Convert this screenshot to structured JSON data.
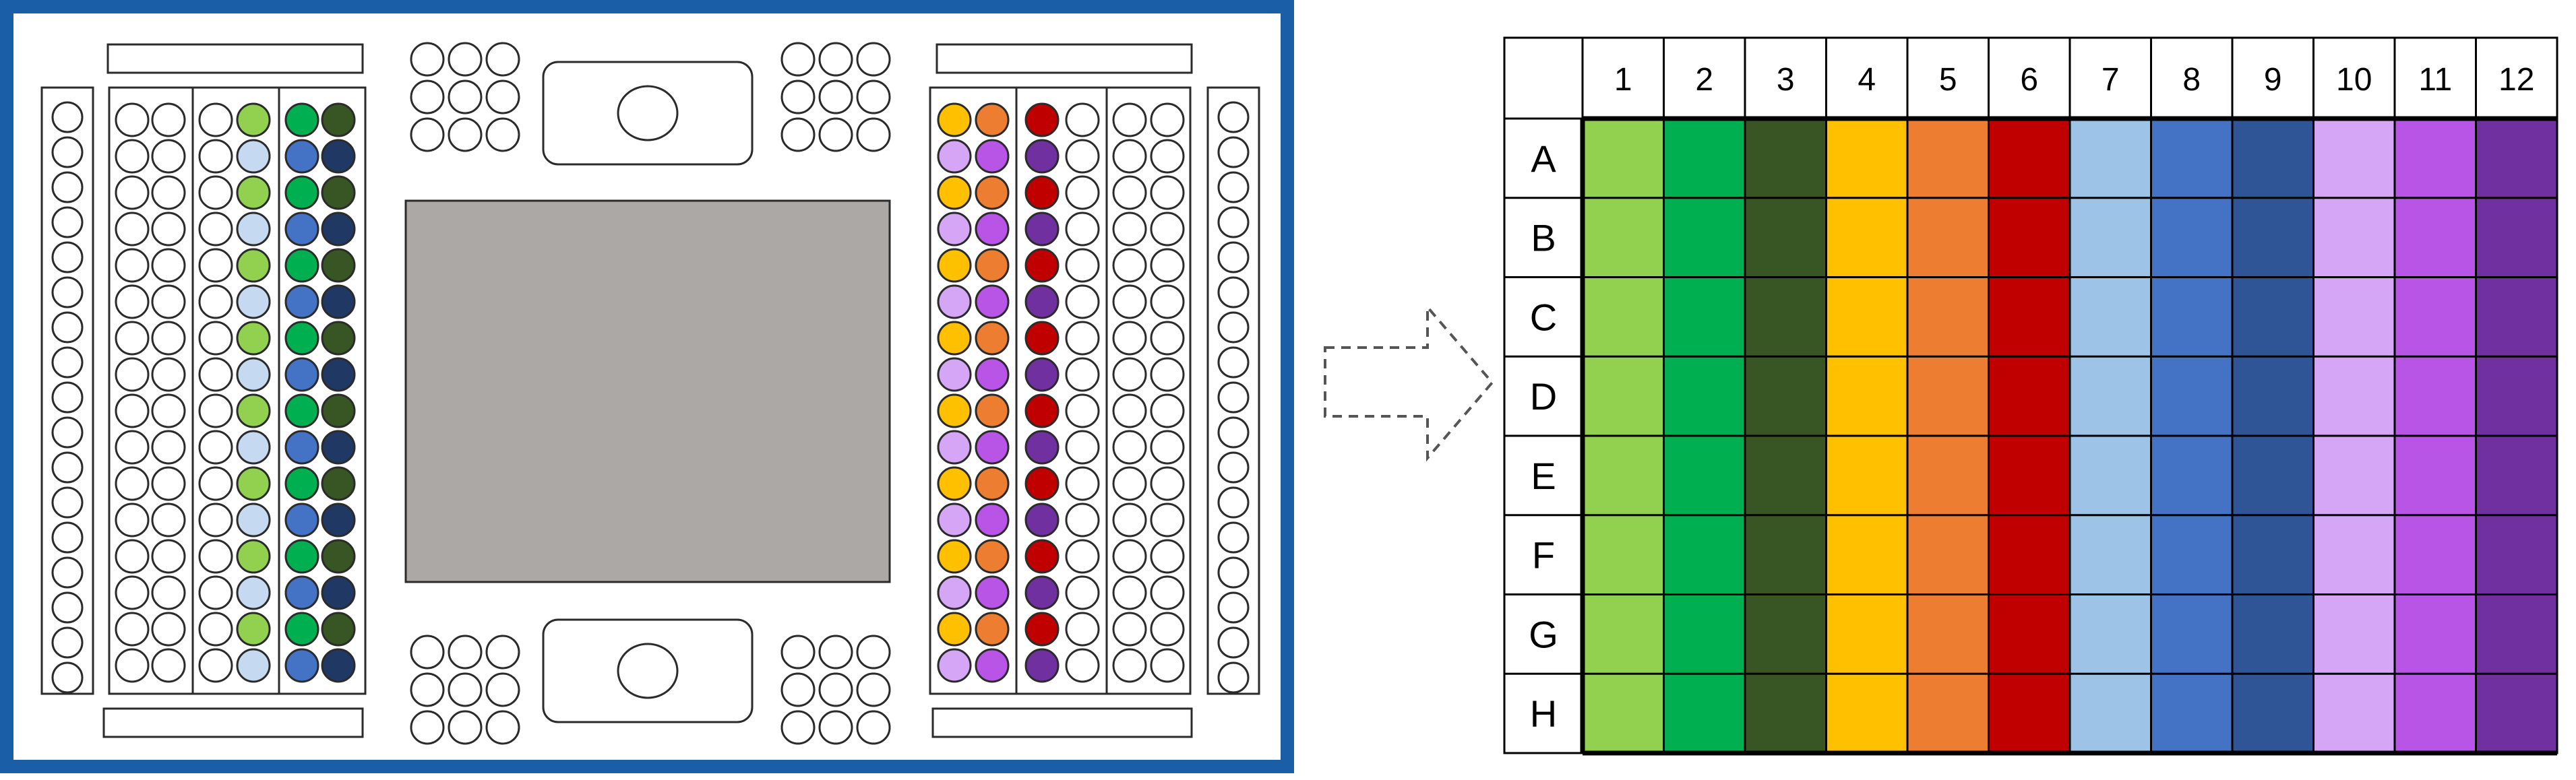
{
  "colors": {
    "outer_border": "#1a5ea8",
    "deck_bg": "#ffffff",
    "stroke": "#2b2b2b",
    "center_plate": "#aca8a6",
    "empty_well": "#ffffff",
    "arrow": "#555555"
  },
  "plate": {
    "column_headers": [
      "1",
      "2",
      "3",
      "4",
      "5",
      "6",
      "7",
      "8",
      "9",
      "10",
      "11",
      "12"
    ],
    "row_headers": [
      "A",
      "B",
      "C",
      "D",
      "E",
      "F",
      "G",
      "H"
    ],
    "column_colors": [
      "#92d050",
      "#00b050",
      "#375623",
      "#ffc000",
      "#ed7d31",
      "#c00000",
      "#9dc3e6",
      "#4472c4",
      "#2f5597",
      "#d5a6f5",
      "#b955e6",
      "#7030a0"
    ]
  },
  "deck": {
    "left_rack": {
      "rows": 16,
      "col1_pattern": [
        "#ffffff",
        "#ffffff"
      ],
      "col2_pattern": [
        "#92d050",
        "#c5d9f1"
      ],
      "col3_pattern": [
        "#00b050",
        "#4472c4"
      ],
      "col4_pattern": [
        "#375623",
        "#1f3864"
      ]
    },
    "right_rack": {
      "rows": 16,
      "col1_pattern": [
        "#ffc000",
        "#d5a6f5"
      ],
      "col2_pattern": [
        "#ed7d31",
        "#b955e6"
      ],
      "col3_pattern": [
        "#c00000",
        "#7030a0"
      ],
      "col4_pattern": [
        "#ffffff",
        "#ffffff"
      ]
    }
  }
}
